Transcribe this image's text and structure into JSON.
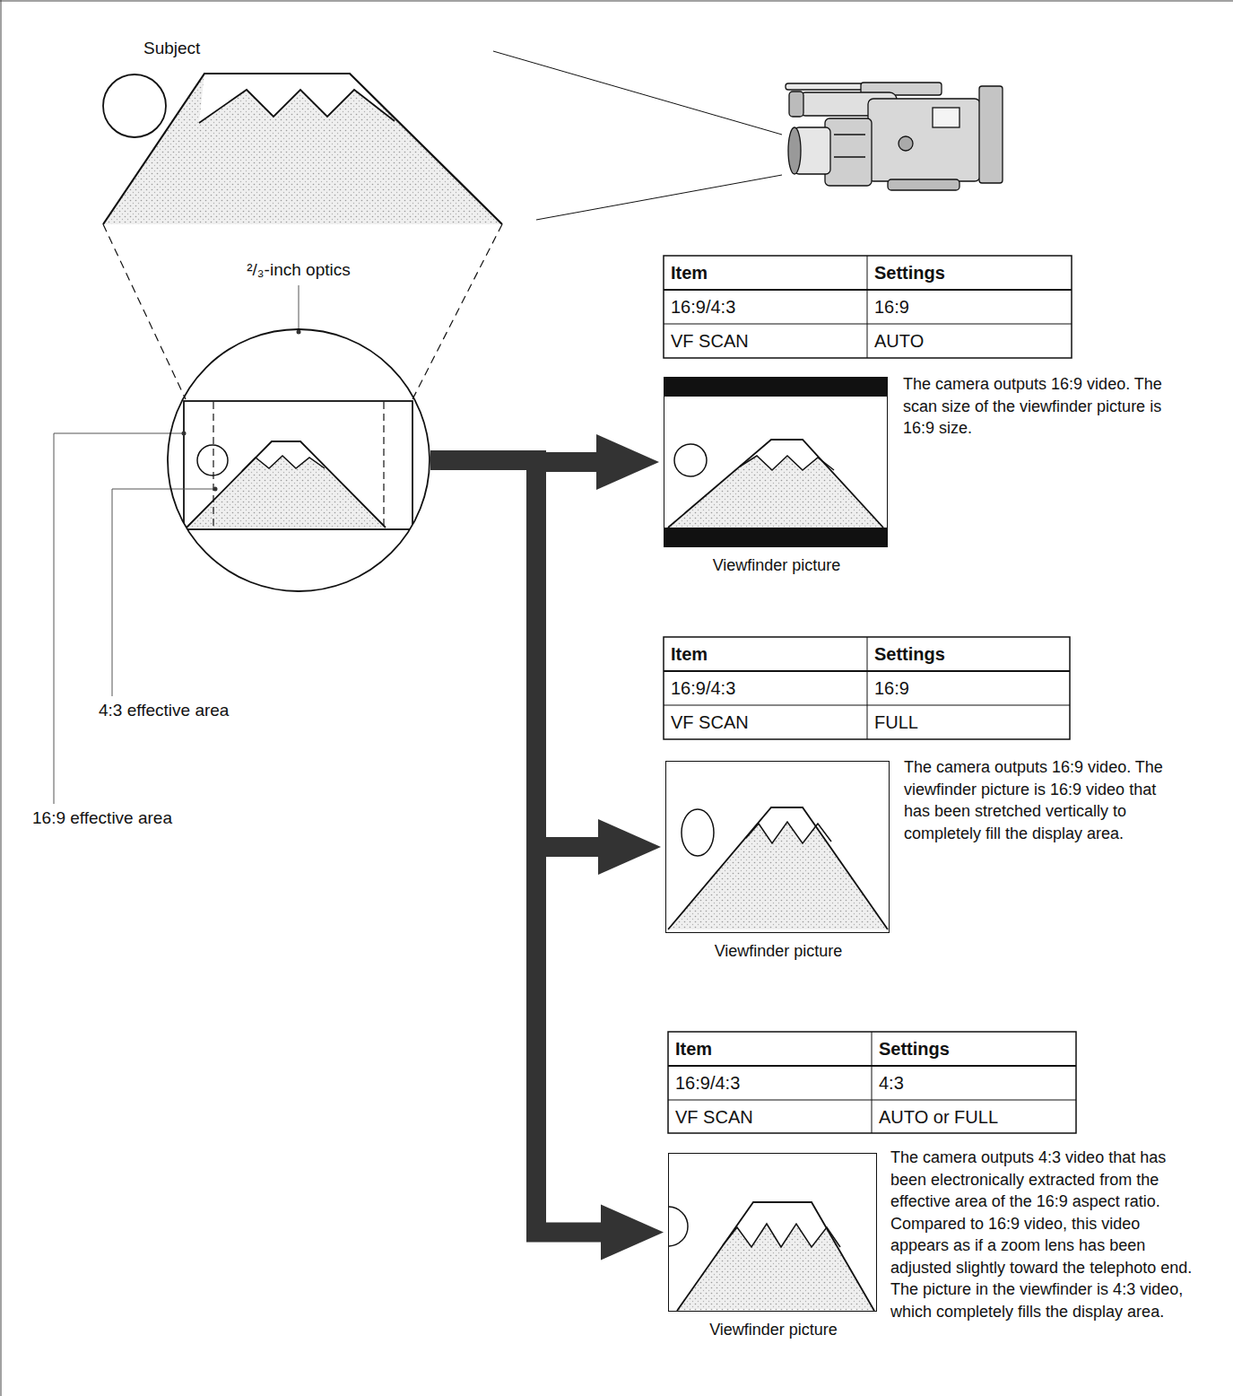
{
  "diagram": {
    "nodes": [
      {
        "text": [
          "²/₃-inch optics"
        ]
      },
      {
        "text": [
          "Viewfinder picture"
        ]
      },
      {
        "text": [
          "Viewfinder picture"
        ]
      },
      {
        "text": [
          "Viewfinder picture"
        ]
      }
    ],
    "edges": [
      {
        "from": 0,
        "to": 1,
        "arrow": "to"
      },
      {
        "from": 0,
        "to": 2,
        "arrow": "to"
      },
      {
        "from": 0,
        "to": 3,
        "arrow": "to"
      }
    ],
    "labels": [
      "Subject",
      "4:3 effective area",
      "16:9 effective area",
      "Item",
      "Settings",
      "16:9/4:3",
      "16:9",
      "VF SCAN",
      "AUTO",
      "The camera outputs 16:9 video. The scan size of the viewfinder picture is 16:9 size.",
      "Item",
      "Settings",
      "16:9/4:3",
      "16:9",
      "VF SCAN",
      "FULL",
      "The camera outputs 16:9 video. The viewfinder picture is 16:9 video that has been stretched vertically to completely fill the display area.",
      "Item",
      "Settings",
      "16:9/4:3",
      "4:3",
      "VF SCAN",
      "AUTO or FULL",
      "The camera outputs 4:3 video that has been electronically extracted from the effective area of the 16:9 aspect ratio. Compared to 16:9 video, this video appears as if a zoom lens has been adjusted slightly toward the telephoto end. The picture in the viewfinder is 4:3 video, which completely fills the display area."
    ]
  }
}
